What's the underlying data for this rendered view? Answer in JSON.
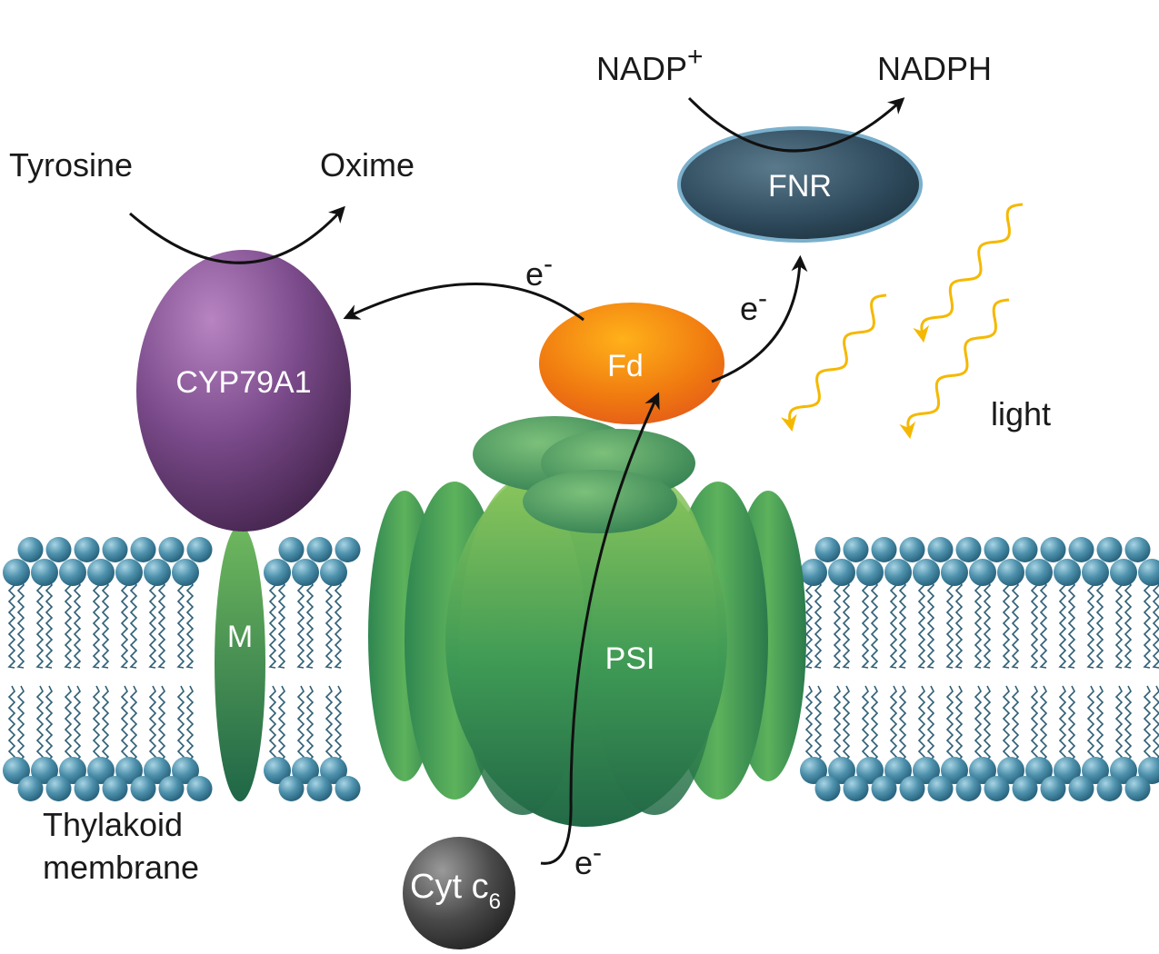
{
  "labels": {
    "tyrosine": "Tyrosine",
    "oxime": "Oxime",
    "nadp": "NADP",
    "nadp_charge": "+",
    "nadph": "NADPH",
    "fnr": "FNR",
    "cyp": "CYP79A1",
    "fd": "Fd",
    "electron": "e",
    "electron_charge": "-",
    "light": "light",
    "m": "M",
    "psi": "PSI",
    "cyt": "Cyt c",
    "cyt_sub": "6",
    "membrane_line1": "Thylakoid",
    "membrane_line2": "membrane"
  },
  "colors": {
    "cyp79a1": "#7a4a8a",
    "fd": "#f07a10",
    "fnr": "#2e4a5c",
    "psi": "#3f9a55",
    "lipid_head": "#3d7f99",
    "light": "#f5b800",
    "cyt_c6": "#4a4a4a"
  }
}
